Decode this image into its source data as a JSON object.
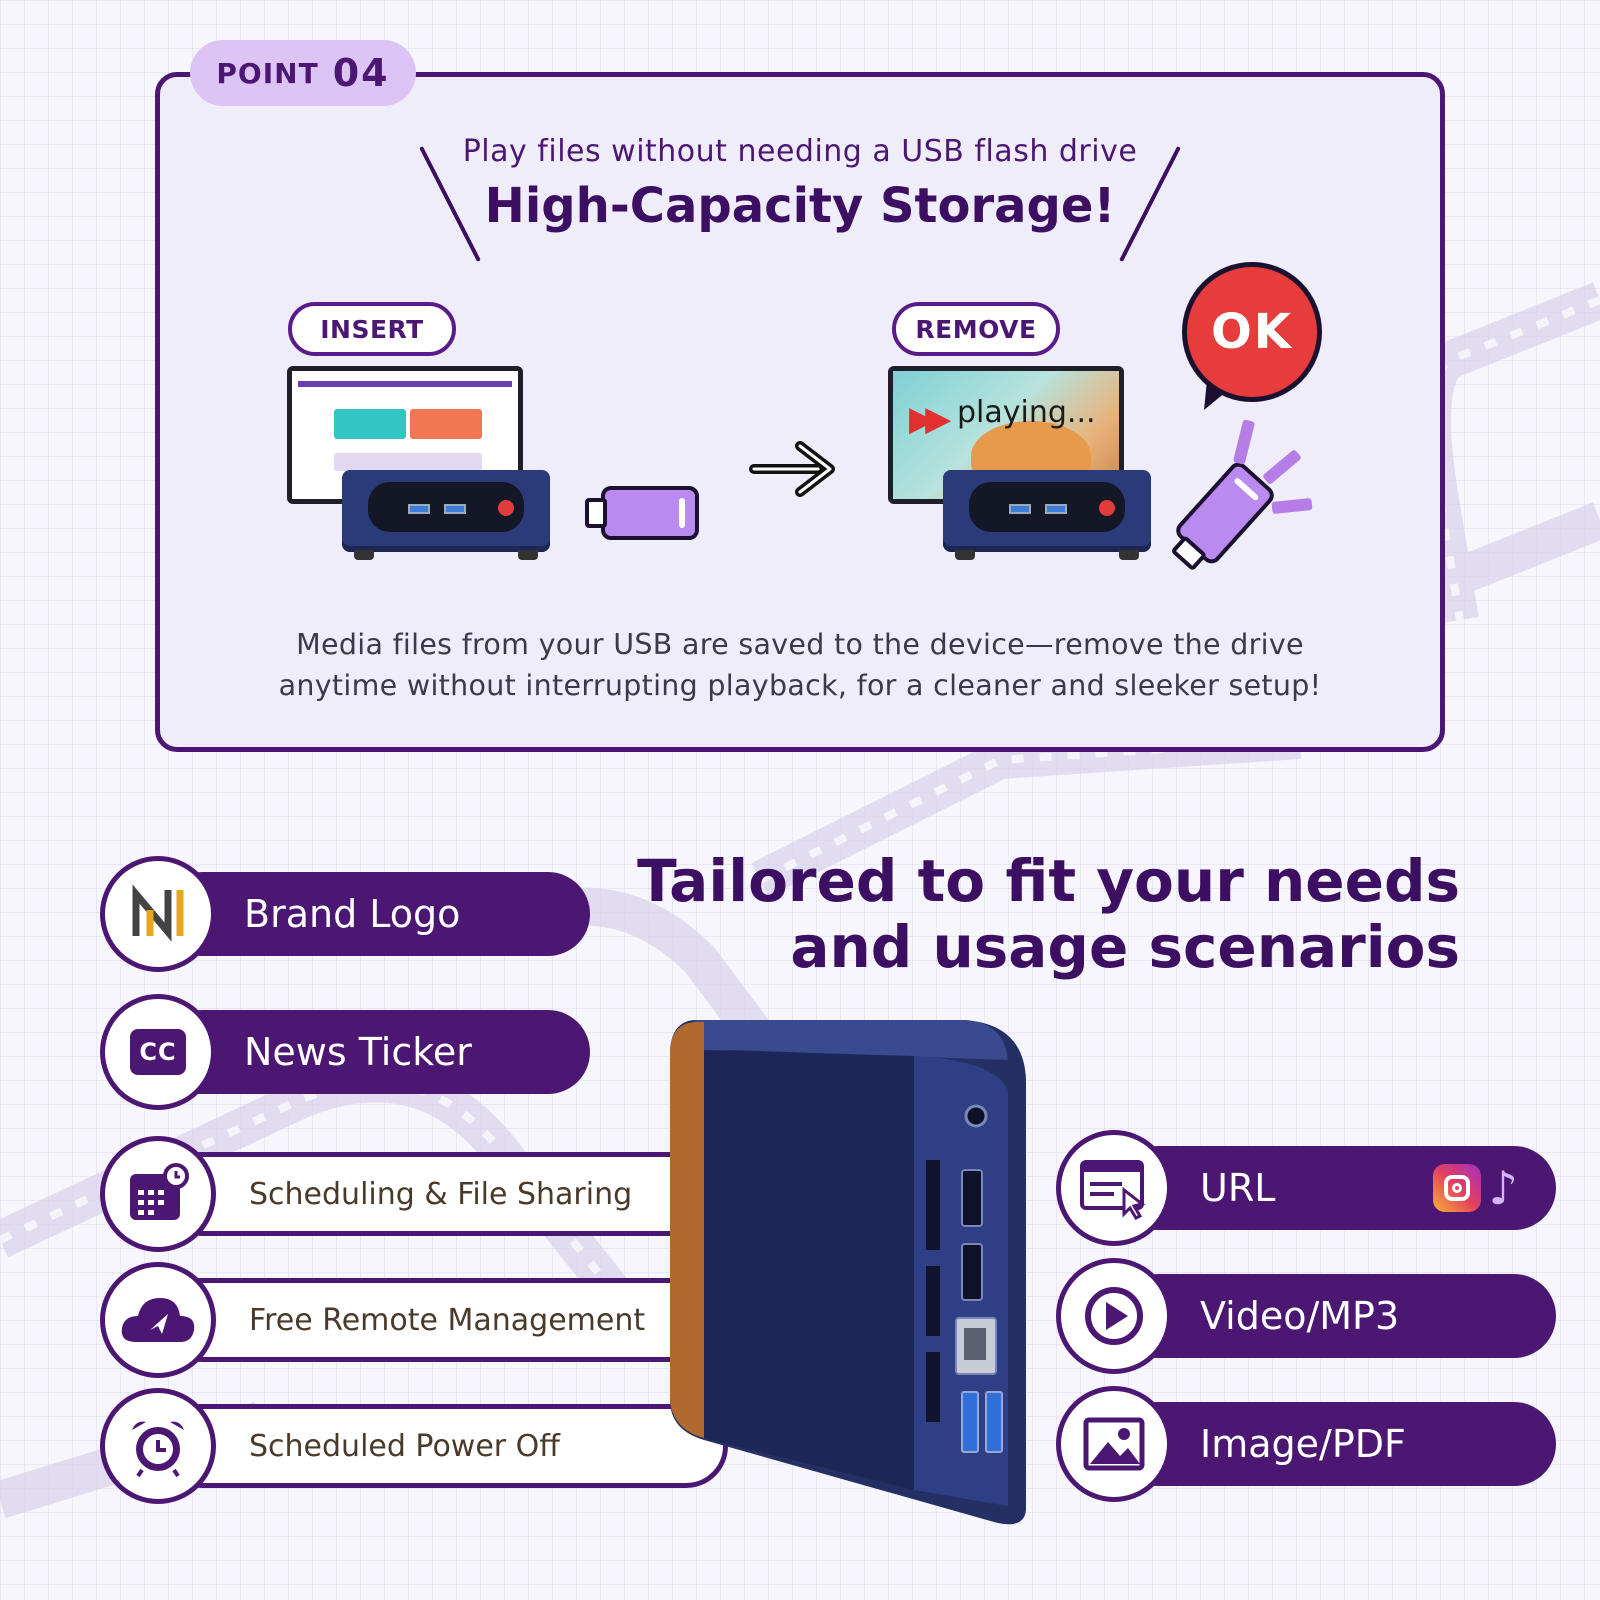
{
  "card": {
    "point_word": "POINT",
    "point_number": "04",
    "subhead": "Play files without needing a USB flash drive",
    "headline": "High-Capacity Storage!",
    "insert_label": "INSERT",
    "remove_label": "REMOVE",
    "playing_text": "playing...",
    "ok_label": "OK",
    "description": "Media files from your USB are saved to the device—remove the drive anytime without interrupting playback, for a cleaner and sleeker setup!"
  },
  "section": {
    "title_line1": "Tailored to fit your needs",
    "title_line2": "and usage scenarios"
  },
  "features_left": [
    {
      "label": "Brand Logo",
      "icon": "brand-logo-icon"
    },
    {
      "label": "News Ticker",
      "icon": "cc-icon"
    },
    {
      "label": "Scheduling & File Sharing",
      "icon": "calendar-clock-icon"
    },
    {
      "label": "Free Remote Management",
      "icon": "cloud-upload-icon"
    },
    {
      "label": "Scheduled Power Off",
      "icon": "alarm-clock-icon"
    }
  ],
  "features_right": [
    {
      "label": "URL",
      "icon": "browser-cursor-icon"
    },
    {
      "label": "Video/MP3",
      "icon": "play-circle-icon"
    },
    {
      "label": "Image/PDF",
      "icon": "image-icon"
    }
  ],
  "colors": {
    "primary": "#4c1773",
    "heading": "#3d0f62",
    "badge": "#dcc5f5",
    "ok_red": "#e63c3c",
    "usb_purple": "#b98af0"
  }
}
